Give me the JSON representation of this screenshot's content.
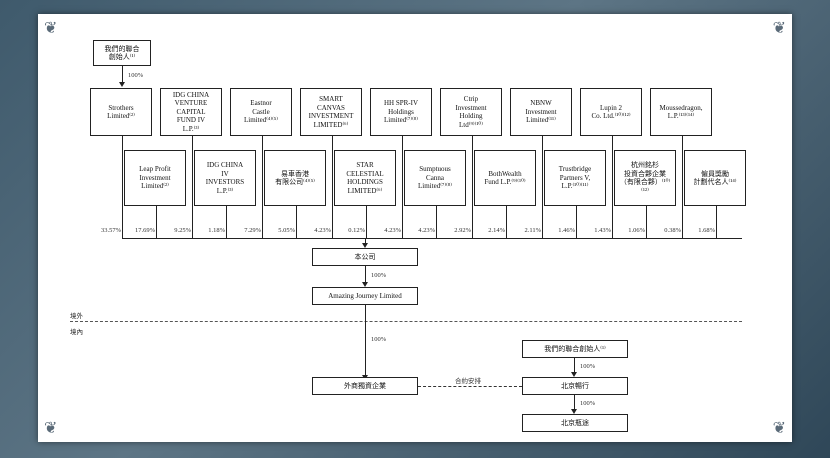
{
  "top_founder": "我們的聯合\n創始人⁽¹⁾",
  "top_pct": "100%",
  "row1": [
    "Strothers\nLimited⁽²⁾",
    "IDG CHINA\nVENTURE\nCAPITAL\nFUND IV\nL.P.⁽³⁾",
    "Eastnor\nCastle\nLimited⁽⁴⁾⁽⁵⁾",
    "SMART\nCANVAS\nINVESTMENT\nLIMITED⁽⁶⁾",
    "HH SPR-IV\nHoldings\nLimited⁽⁷⁾⁽⁸⁾",
    "Ctrip\nInvestment\nHolding\nLtd⁽⁹⁾⁽¹⁰⁾",
    "NBNW\nInvestment\nLimited⁽¹¹⁾",
    "Lupin 2\nCo. Ltd.⁽¹⁰⁾⁽¹²⁾",
    "Moussedragon,\nL.P.⁽¹³⁾⁽¹⁴⁾"
  ],
  "row2": [
    "Leap Profit\nInvestment\nLimited⁽²⁾",
    "IDG CHINA\nIV\nINVESTORS\nL.P.⁽³⁾",
    "易車香港\n有限公司⁽⁴⁾⁽⁵⁾",
    "STAR\nCELESTIAL\nHOLDINGS\nLIMITED⁽⁶⁾",
    "Sumptuous\nCanna\nLimited⁽⁷⁾⁽⁸⁾",
    "BothWealth\nFund L.P.⁽⁹⁾⁽¹⁰⁾",
    "Trustbridge\nPartners V,\nL.P.⁽¹⁰⁾⁽¹¹⁾",
    "杭州銘杉\n投資合夥企業\n（有限合夥）⁽¹⁰⁾⁽¹²⁾",
    "僱員獎勵\n計劃代名人⁽¹⁴⁾"
  ],
  "percentages": [
    "33.57%",
    "17.69%",
    "9.25%",
    "1.18%",
    "7.29%",
    "5.05%",
    "4.23%",
    "0.12%",
    "4.23%",
    "4.23%",
    "2.92%",
    "2.14%",
    "2.11%",
    "1.46%",
    "1.43%",
    "1.06%",
    "0.38%",
    "1.68%"
  ],
  "company": "本公司",
  "company_pct": "100%",
  "amazing": "Amazing Journey Limited",
  "offshore": "境外",
  "onshore": "境內",
  "amazing_pct": "100%",
  "wfoe": "外商獨資企業",
  "contract": "合約安排",
  "founders2": "我們的聯合創始人⁽¹⁾",
  "founders2_pct": "100%",
  "beijing1": "北京暢行",
  "beijing1_pct": "100%",
  "beijing2": "北京瓶途"
}
